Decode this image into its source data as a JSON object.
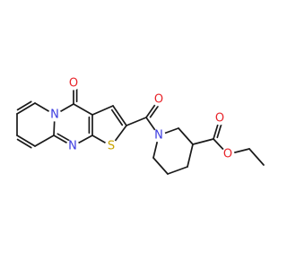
{
  "molecule": {
    "atoms": [
      {
        "id": "o-ketone",
        "label": "O",
        "color": "#e8242a"
      },
      {
        "id": "n-ring",
        "label": "N",
        "color": "#3a3ae0"
      },
      {
        "id": "n-pyrimidine",
        "label": "N",
        "color": "#3a3ae0"
      },
      {
        "id": "s-thiophene",
        "label": "S",
        "color": "#c9a400"
      },
      {
        "id": "o-amide",
        "label": "O",
        "color": "#e8242a"
      },
      {
        "id": "n-piperidine",
        "label": "N",
        "color": "#3a3ae0"
      },
      {
        "id": "o-ester-carbonyl",
        "label": "O",
        "color": "#e8242a"
      },
      {
        "id": "o-ester-ether",
        "label": "O",
        "color": "#e8242a"
      }
    ],
    "bond_color": "#1a1a1a"
  }
}
